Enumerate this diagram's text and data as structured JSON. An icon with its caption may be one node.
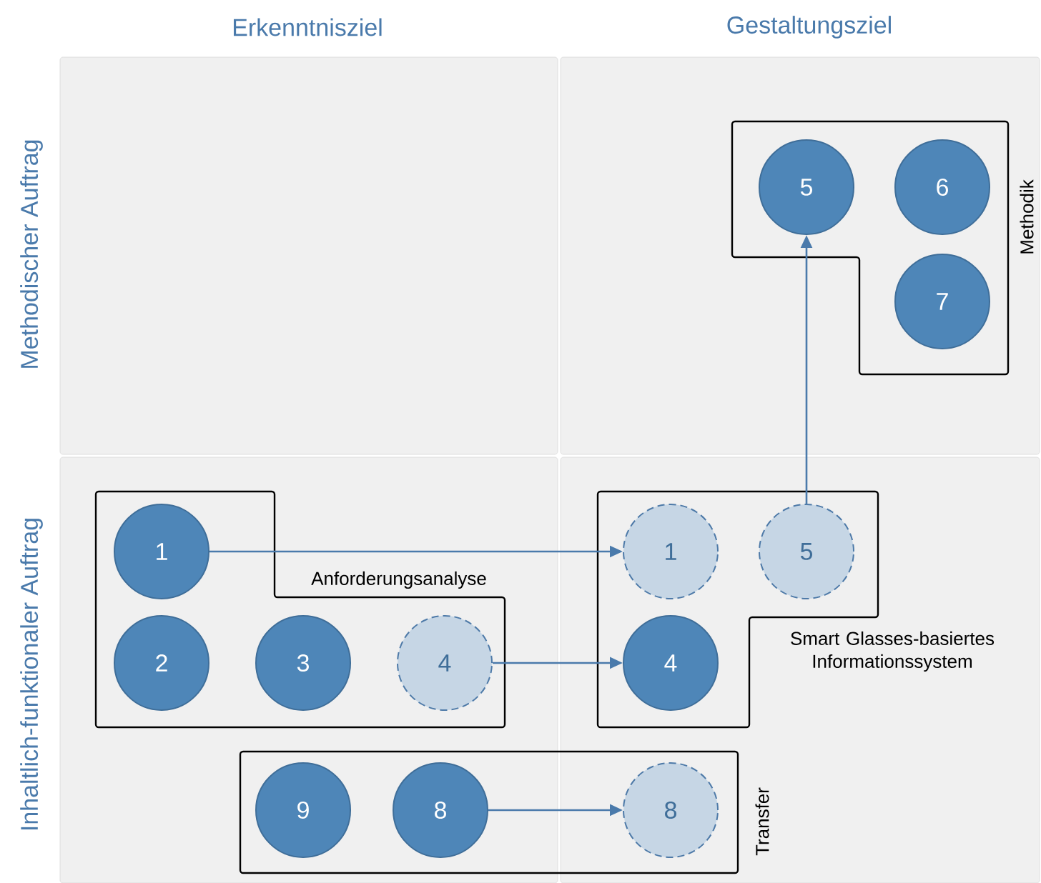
{
  "diagram": {
    "nodes": [
      {
        "text": [
          "Methodik"
        ]
      },
      {
        "text": [
          "5"
        ],
        "in": 0
      },
      {
        "text": [
          "6"
        ],
        "in": 0
      },
      {
        "text": [
          "7"
        ],
        "in": 0
      },
      {
        "text": [
          "Anforderungsanalyse"
        ]
      },
      {
        "text": [
          "1"
        ],
        "in": 4
      },
      {
        "text": [
          "2"
        ],
        "in": 4
      },
      {
        "text": [
          "3"
        ],
        "in": 4
      },
      {
        "text": [
          "4"
        ],
        "in": 4
      },
      {
        "text": [
          "Smart Glasses-basiertes Informationssystem"
        ]
      },
      {
        "text": [
          "1"
        ],
        "in": 9
      },
      {
        "text": [
          "5"
        ],
        "in": 9
      },
      {
        "text": [
          "4"
        ],
        "in": 9
      },
      {
        "text": [
          "Transfer"
        ]
      },
      {
        "text": [
          "9"
        ],
        "in": 13
      },
      {
        "text": [
          "8"
        ],
        "in": 13
      },
      {
        "text": [
          "8"
        ],
        "in": 13
      }
    ],
    "edges": [
      {
        "from": 5,
        "to": 10,
        "arrow": "to"
      },
      {
        "from": 8,
        "to": 12,
        "arrow": "to"
      },
      {
        "from": 15,
        "to": 16,
        "arrow": "to"
      },
      {
        "from": 11,
        "to": 1,
        "arrow": "to"
      }
    ],
    "labels": [
      "Erkenntnisziel",
      "Gestaltungsziel",
      "Methodischer Auftrag",
      "Inhaltlich-funktionaler Auftrag"
    ]
  }
}
